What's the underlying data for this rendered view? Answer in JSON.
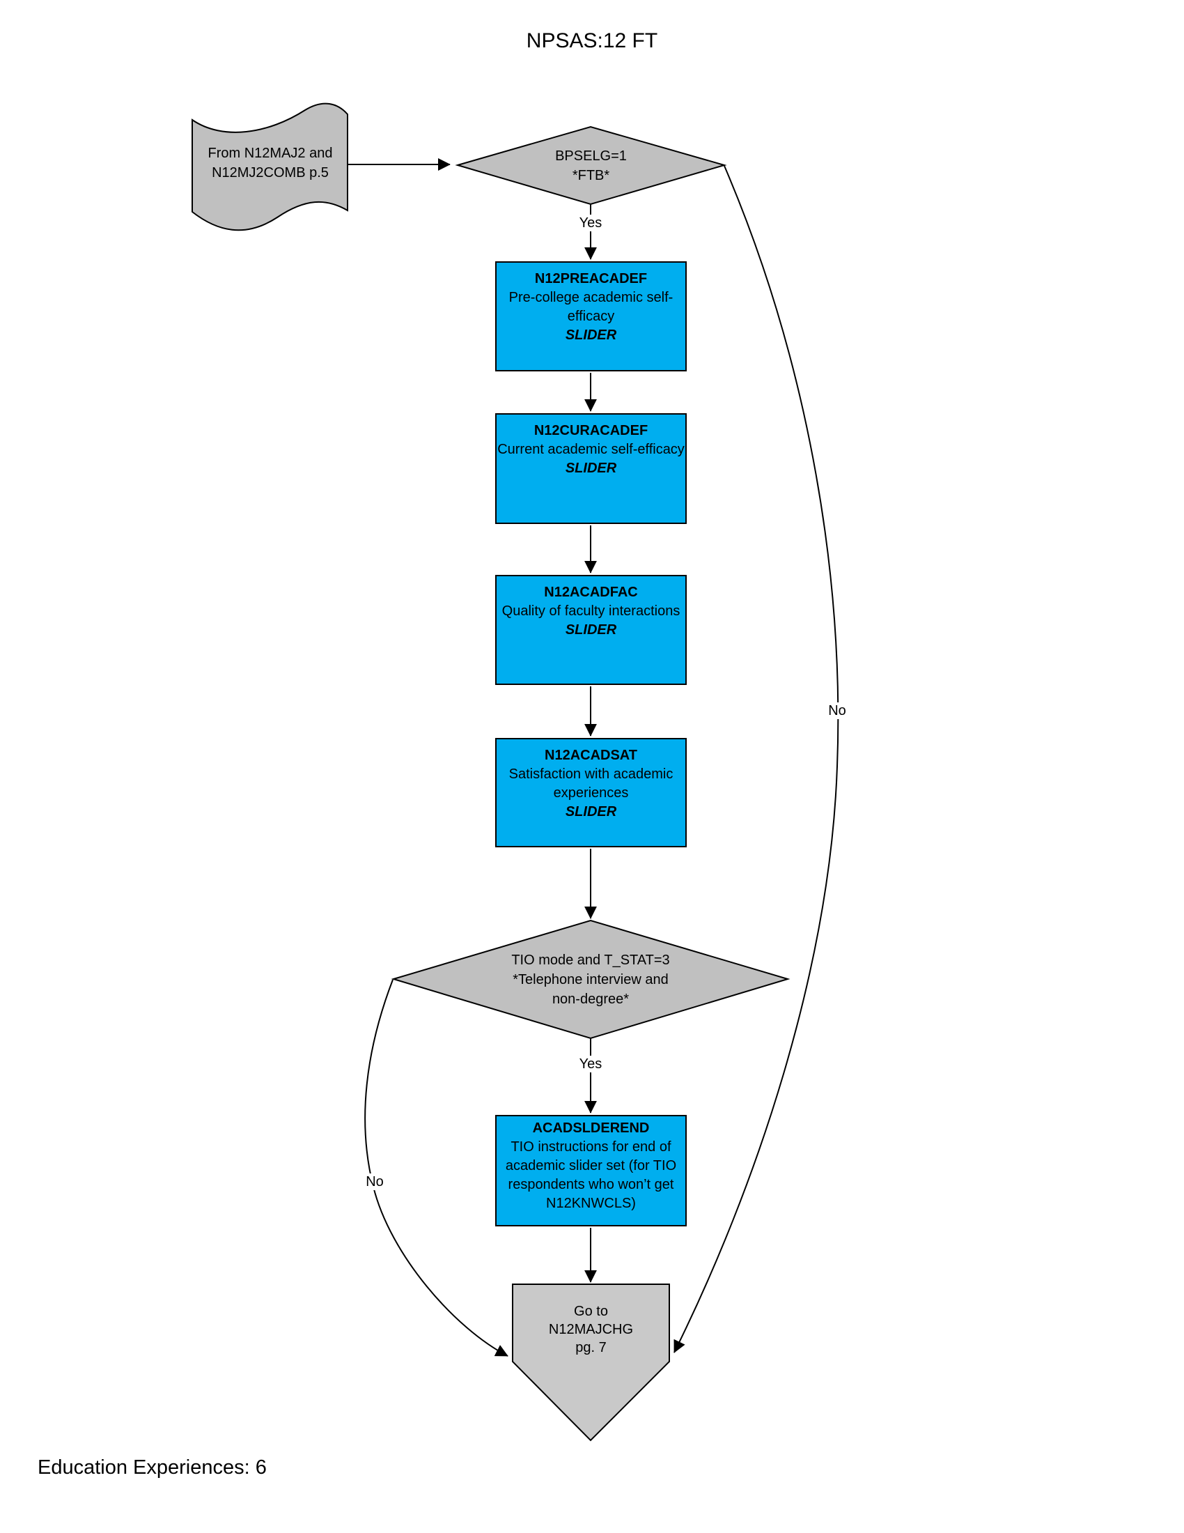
{
  "title": "NPSAS:12 FT",
  "footer": "Education Experiences: 6",
  "colors": {
    "process_fill": "#00AEEF",
    "decision_fill": "#C0C0C0",
    "offpage_fill": "#C9C9C9",
    "stroke": "#000000"
  },
  "source_flag": {
    "line1": "From N12MAJ2 and",
    "line2": "N12MJ2COMB p.5"
  },
  "decision_ftb": {
    "line1": "BPSELG=1",
    "line2": "*FTB*"
  },
  "boxes": [
    {
      "name": "N12PREACADEF",
      "desc": "Pre-college academic self-efficacy",
      "mode": "SLIDER"
    },
    {
      "name": "N12CURACADEF",
      "desc": "Current academic self-efficacy",
      "mode": "SLIDER"
    },
    {
      "name": "N12ACADFAC",
      "desc": "Quality of faculty interactions",
      "mode": "SLIDER"
    },
    {
      "name": "N12ACADSAT",
      "desc": "Satisfaction with academic experiences",
      "mode": "SLIDER"
    }
  ],
  "decision_tio": {
    "line1": "TIO mode and T_STAT=3",
    "line2": "*Telephone interview and",
    "line3": "non-degree*"
  },
  "tio_box": {
    "name": "ACADSLDEREND",
    "desc": "TIO instructions for end of academic slider set (for TIO respondents who won’t get N12KNWCLS)"
  },
  "offpage_connector": {
    "line1": "Go to",
    "line2": "N12MAJCHG",
    "line3": "pg. 7"
  },
  "edge_labels": {
    "yes_ftb": "Yes",
    "yes_tio": "Yes",
    "no_ftb": "No",
    "no_tio": "No"
  }
}
